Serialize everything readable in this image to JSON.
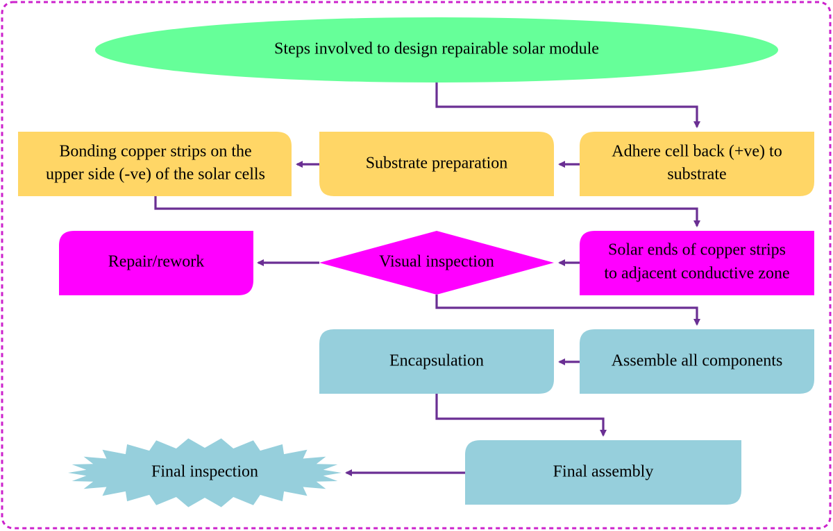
{
  "colors": {
    "green": "#66ff99",
    "yellow": "#ffd666",
    "magenta": "#ff00ff",
    "blue": "#96cfdc",
    "arrow": "#6a2f93",
    "border": "#cc22cc"
  },
  "nodes": {
    "start": {
      "label": "Steps involved to design repairable solar module"
    },
    "adhere": {
      "line1": "Adhere cell back (+ve) to",
      "line2": "substrate"
    },
    "substrate": {
      "label": "Substrate preparation"
    },
    "bonding": {
      "line1": "Bonding copper strips on the",
      "line2": "upper side (-ve) of the solar cells"
    },
    "solder": {
      "line1": "Solar ends of copper strips",
      "line2": "to adjacent conductive zone"
    },
    "visual": {
      "label": "Visual inspection"
    },
    "repair": {
      "label": "Repair/rework"
    },
    "assemble": {
      "label": "Assemble all components"
    },
    "encapsulation": {
      "label": "Encapsulation"
    },
    "final_assembly": {
      "label": "Final assembly"
    },
    "final_inspection": {
      "label": "Final inspection"
    }
  }
}
